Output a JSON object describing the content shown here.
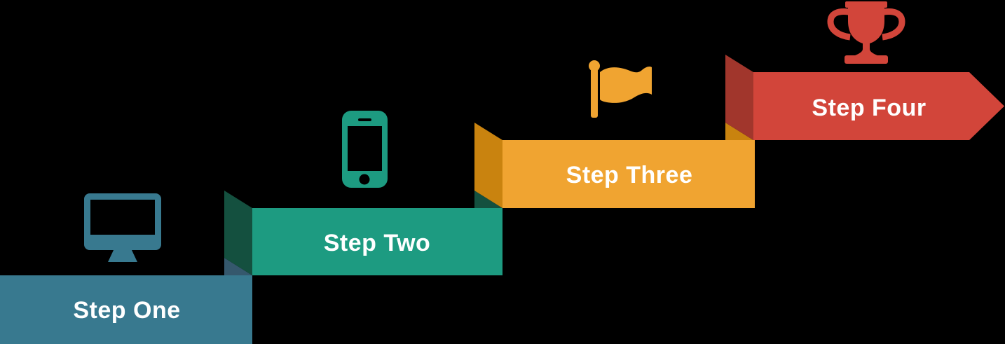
{
  "diagram": {
    "type": "staircase-process-infographic",
    "background_color": "#000000",
    "label_color": "#ffffff",
    "screen_cutout_color": "#000000",
    "steps": [
      {
        "label": "Step One",
        "icon": "desktop-computer-icon",
        "color": "#38798f",
        "fold_color": "#35586d",
        "shape": "rectangle"
      },
      {
        "label": "Step Two",
        "icon": "smartphone-icon",
        "color": "#1d9b81",
        "fold_color": "#14503f",
        "shape": "rectangle"
      },
      {
        "label": "Step Three",
        "icon": "flag-icon",
        "color": "#f0a431",
        "fold_color": "#c9830f",
        "shape": "rectangle"
      },
      {
        "label": "Step Four",
        "icon": "trophy-icon",
        "color": "#d2453a",
        "fold_color": "#a1362c",
        "shape": "arrow-right"
      }
    ]
  }
}
